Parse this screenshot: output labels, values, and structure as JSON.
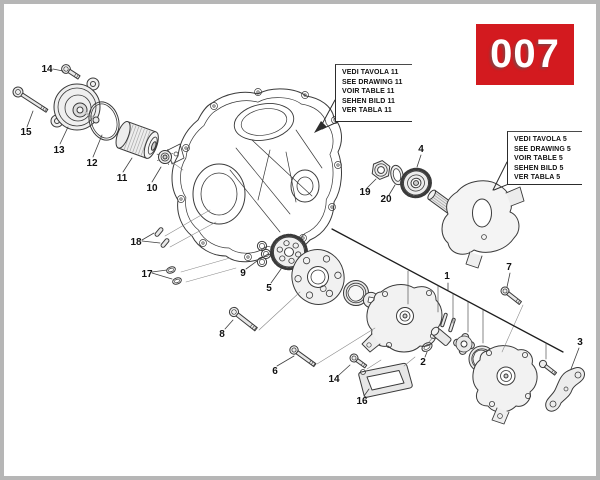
{
  "badge": {
    "text": "007",
    "bg": "#d31a1f",
    "fg": "#ffffff"
  },
  "callouts": [
    {
      "text": "VEDI TAVOLA 11\nSEE DRAWING 11\nVOIR TABLE 11\nSEHEN BILD 11\nVER TABLA 11"
    },
    {
      "text": "VEDI TAVOLA 5\nSEE DRAWING 5\nVOIR TABLE 5\nSEHEN BILD 5\nVER TABLA 5"
    }
  ],
  "part_labels": [
    "14",
    "15",
    "13",
    "12",
    "11",
    "10",
    "18",
    "17",
    "9",
    "5",
    "8",
    "6",
    "14",
    "16",
    "2",
    "1",
    "7",
    "3",
    "19",
    "20",
    "4"
  ],
  "colors": {
    "badge_red": "#d31a1f",
    "page_frame": "#b6b6b6",
    "line_ink": "#3a3a3a"
  }
}
